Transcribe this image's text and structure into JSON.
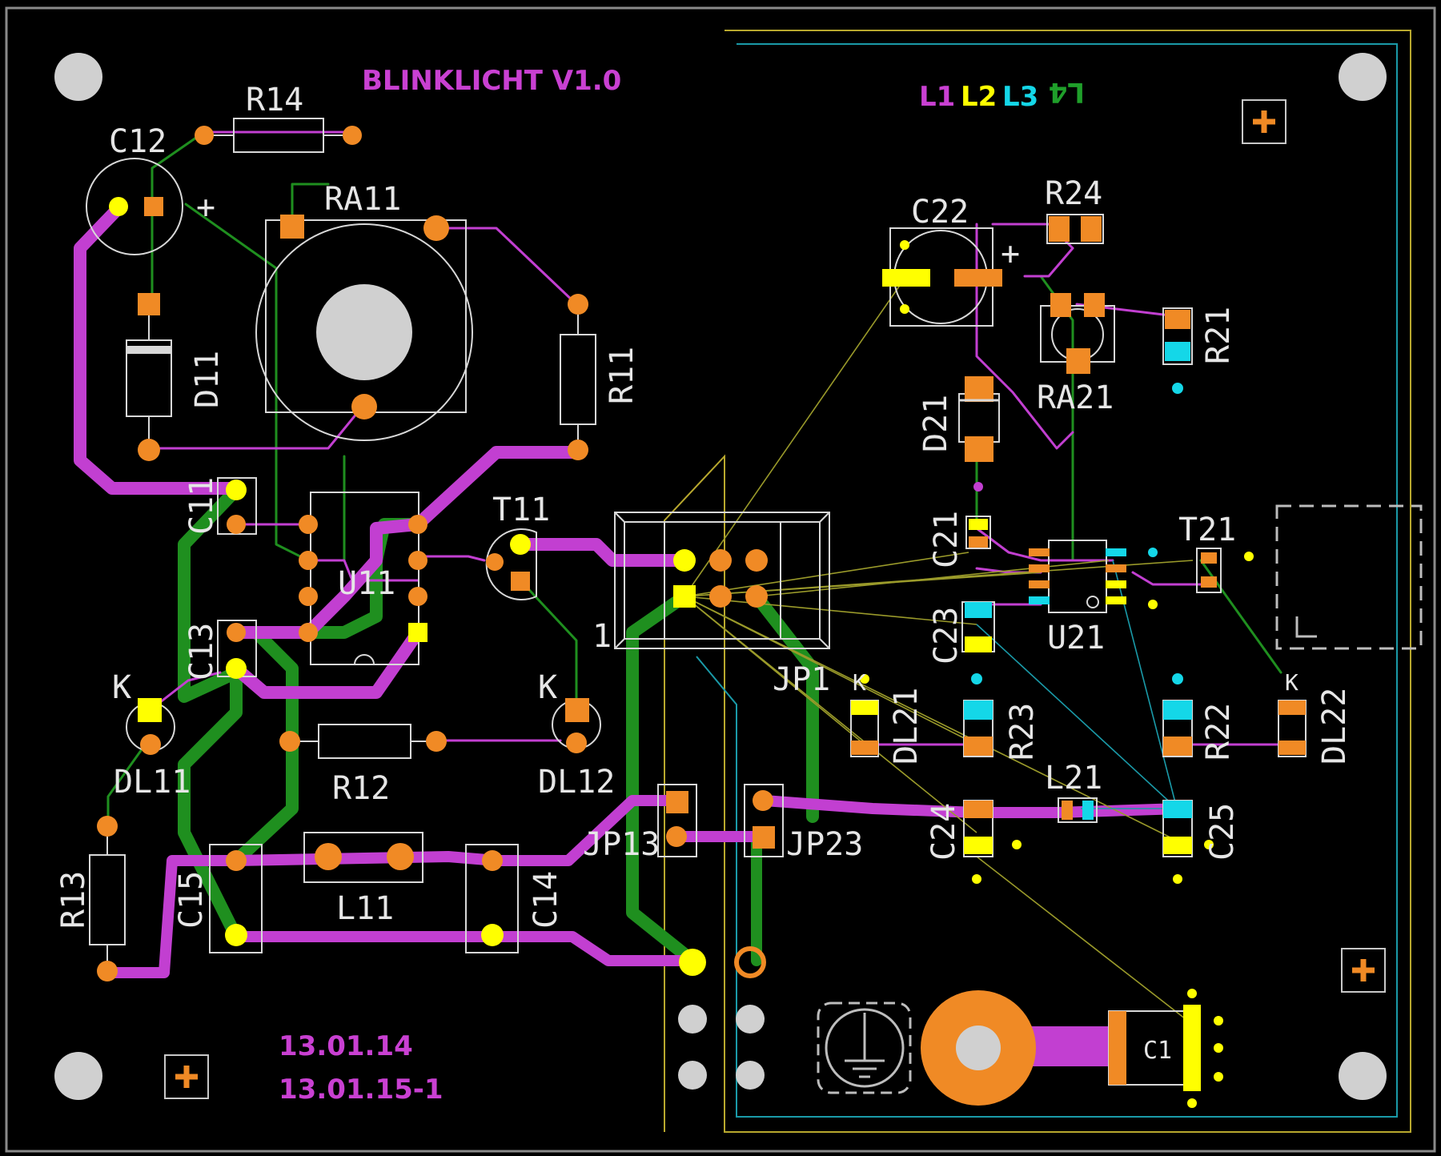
{
  "board": {
    "title": "BLINKLICHT  V1.0",
    "layers": {
      "l1": "L1",
      "l2": "L2",
      "l3": "L3",
      "l4": "L4"
    },
    "dates": [
      "13.01.14",
      "13.01.15-1"
    ],
    "colors": {
      "background": "#000000",
      "layer1_magenta": "#c23fd1",
      "layer_green": "#1f8f1f",
      "pads_orange": "#f08a25",
      "pads_yellow": "#ffff00",
      "pads_cyan": "#14d7e8",
      "silkscreen": "#d8d8d8"
    }
  },
  "components": {
    "c12": "C12",
    "r14": "R14",
    "ra11": "RA11",
    "d11": "D11",
    "r11": "R11",
    "c11": "C11",
    "u11": "U11",
    "t11": "T11",
    "c13": "C13",
    "dl11": "DL11",
    "dl11_k": "K",
    "r12": "R12",
    "dl12": "DL12",
    "dl12_k": "K",
    "r13": "R13",
    "c15": "C15",
    "l11": "L11",
    "c14": "C14",
    "jp13": "JP13",
    "jp23": "JP23",
    "jp1": "JP1",
    "jp1_pin1": "1",
    "c22": "C22",
    "r24": "R24",
    "r21": "R21",
    "ra21": "RA21",
    "d21": "D21",
    "c21": "C21",
    "t21": "T21",
    "u21": "U21",
    "c23": "C23",
    "dl21": "DL21",
    "dl21_k": "K",
    "r23": "R23",
    "r22": "R22",
    "dl22": "DL22",
    "dl22_k": "K",
    "l21": "L21",
    "c24": "C24",
    "c25": "C25",
    "c1": "C1",
    "plus_sign": "+"
  }
}
